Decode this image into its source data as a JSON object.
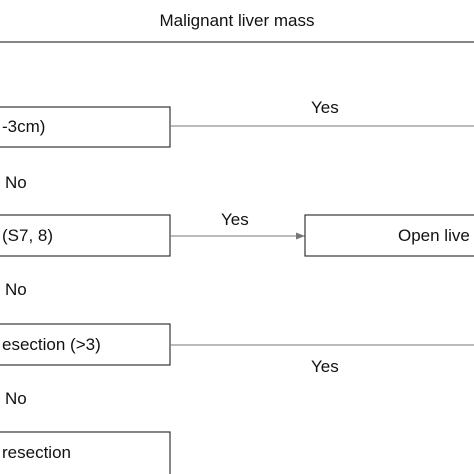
{
  "nodes": {
    "root": {
      "label": "Malignant  liver mass"
    },
    "q1": {
      "label": "-3cm)"
    },
    "q2": {
      "label": "(S7, 8)"
    },
    "q3": {
      "label": "esection (>3)"
    },
    "q4": {
      "label": "resection"
    },
    "outcome_open": {
      "label": "Open live"
    }
  },
  "edges": {
    "q1_yes": {
      "label": "Yes"
    },
    "q1_no": {
      "label": "No"
    },
    "q2_yes": {
      "label": "Yes"
    },
    "q2_no": {
      "label": "No"
    },
    "q3_yes": {
      "label": "Yes"
    },
    "q3_no": {
      "label": "No"
    }
  },
  "colors": {
    "box_stroke": "#222222",
    "edge_stroke": "#777777",
    "text": "#111111"
  }
}
